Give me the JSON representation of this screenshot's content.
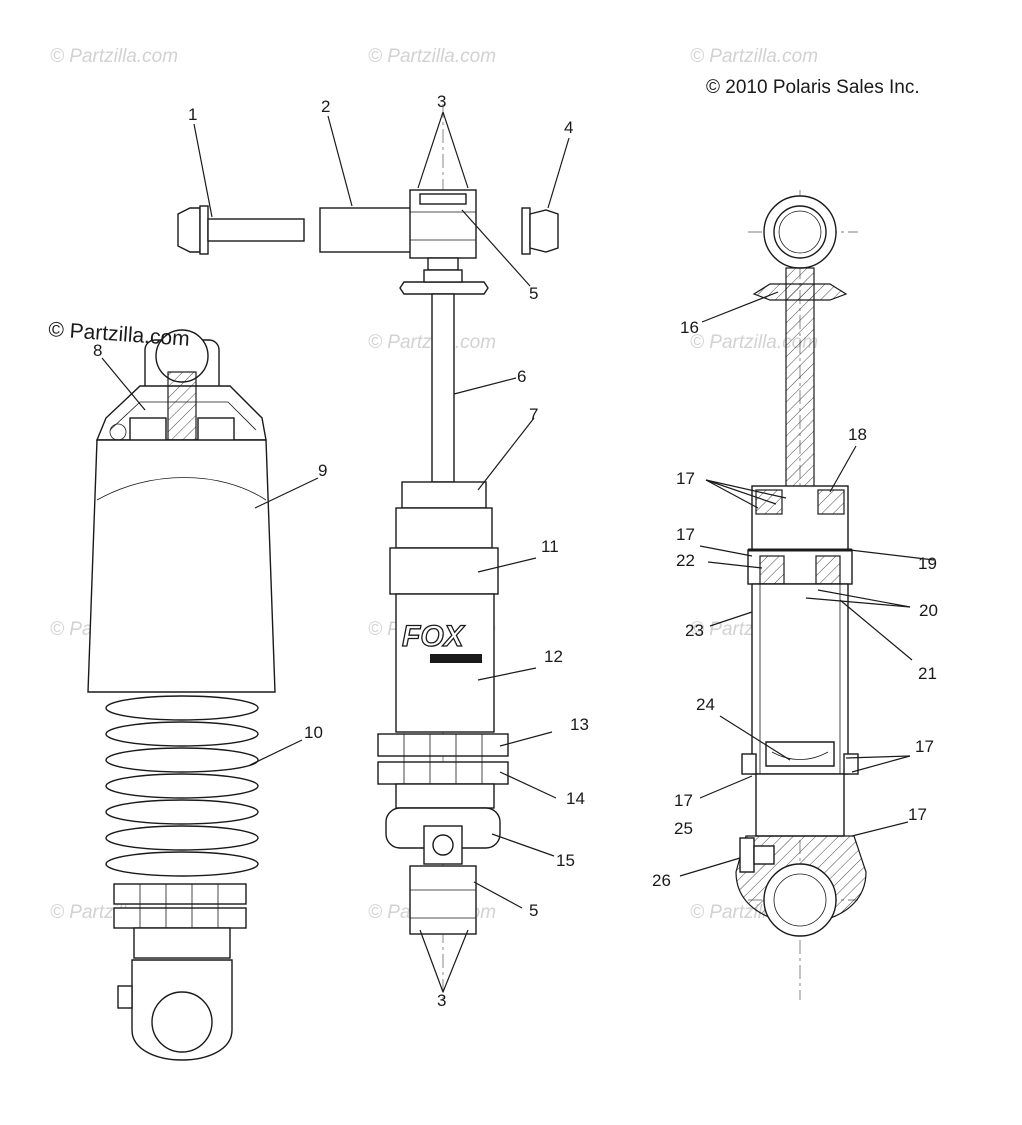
{
  "copyright": "© 2010 Polaris Sales Inc.",
  "watermarks": {
    "text": "© Partzilla.com",
    "foreground_text": "© Partzilla.com"
  },
  "callouts": {
    "c1": "1",
    "c2": "2",
    "c3_top": "3",
    "c3_bottom": "3",
    "c4": "4",
    "c5_top": "5",
    "c5_bottom": "5",
    "c6": "6",
    "c7": "7",
    "c8": "8",
    "c9": "9",
    "c10": "10",
    "c11": "11",
    "c12": "12",
    "c13": "13",
    "c14": "14",
    "c15": "15",
    "c16": "16",
    "c17_a": "17",
    "c17_b": "17",
    "c17_c": "17",
    "c17_d": "17",
    "c17_e": "17",
    "c18": "18",
    "c19": "19",
    "c20": "20",
    "c21": "21",
    "c22": "22",
    "c23": "23",
    "c24": "24",
    "c25": "25",
    "c26": "26"
  },
  "brand_logo": "FOX",
  "colors": {
    "ink": "#1a1a1a",
    "watermark": "#d2d2d2",
    "background": "#ffffff"
  }
}
